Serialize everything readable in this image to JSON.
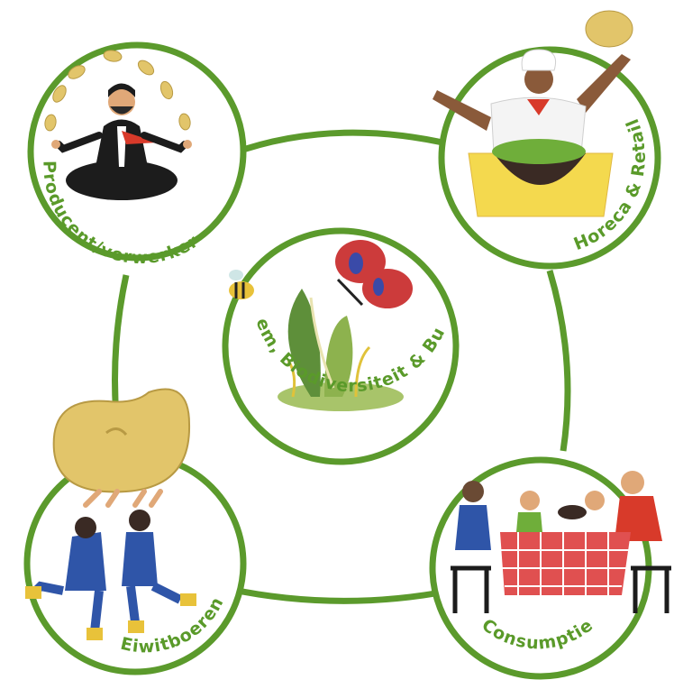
{
  "nodes": {
    "producer": {
      "label": "Producent/verwerker"
    },
    "horeca": {
      "label": "Horeca & Retail"
    },
    "center": {
      "label": "Bodem, Biodiversiteit & Burger"
    },
    "farmers": {
      "label": "Eiwitboeren"
    },
    "consumption": {
      "label": "Consumptie"
    }
  },
  "colors": {
    "ring": "#5b9a2c",
    "label": "#5a9a2a",
    "bean": "#e2c56a",
    "leaf_dark": "#5e8f3a",
    "leaf_light": "#a8c46a",
    "butterfly": "#cc3b3b",
    "tablecloth": "#e05050",
    "bowl_yellow": "#f4d94e"
  }
}
